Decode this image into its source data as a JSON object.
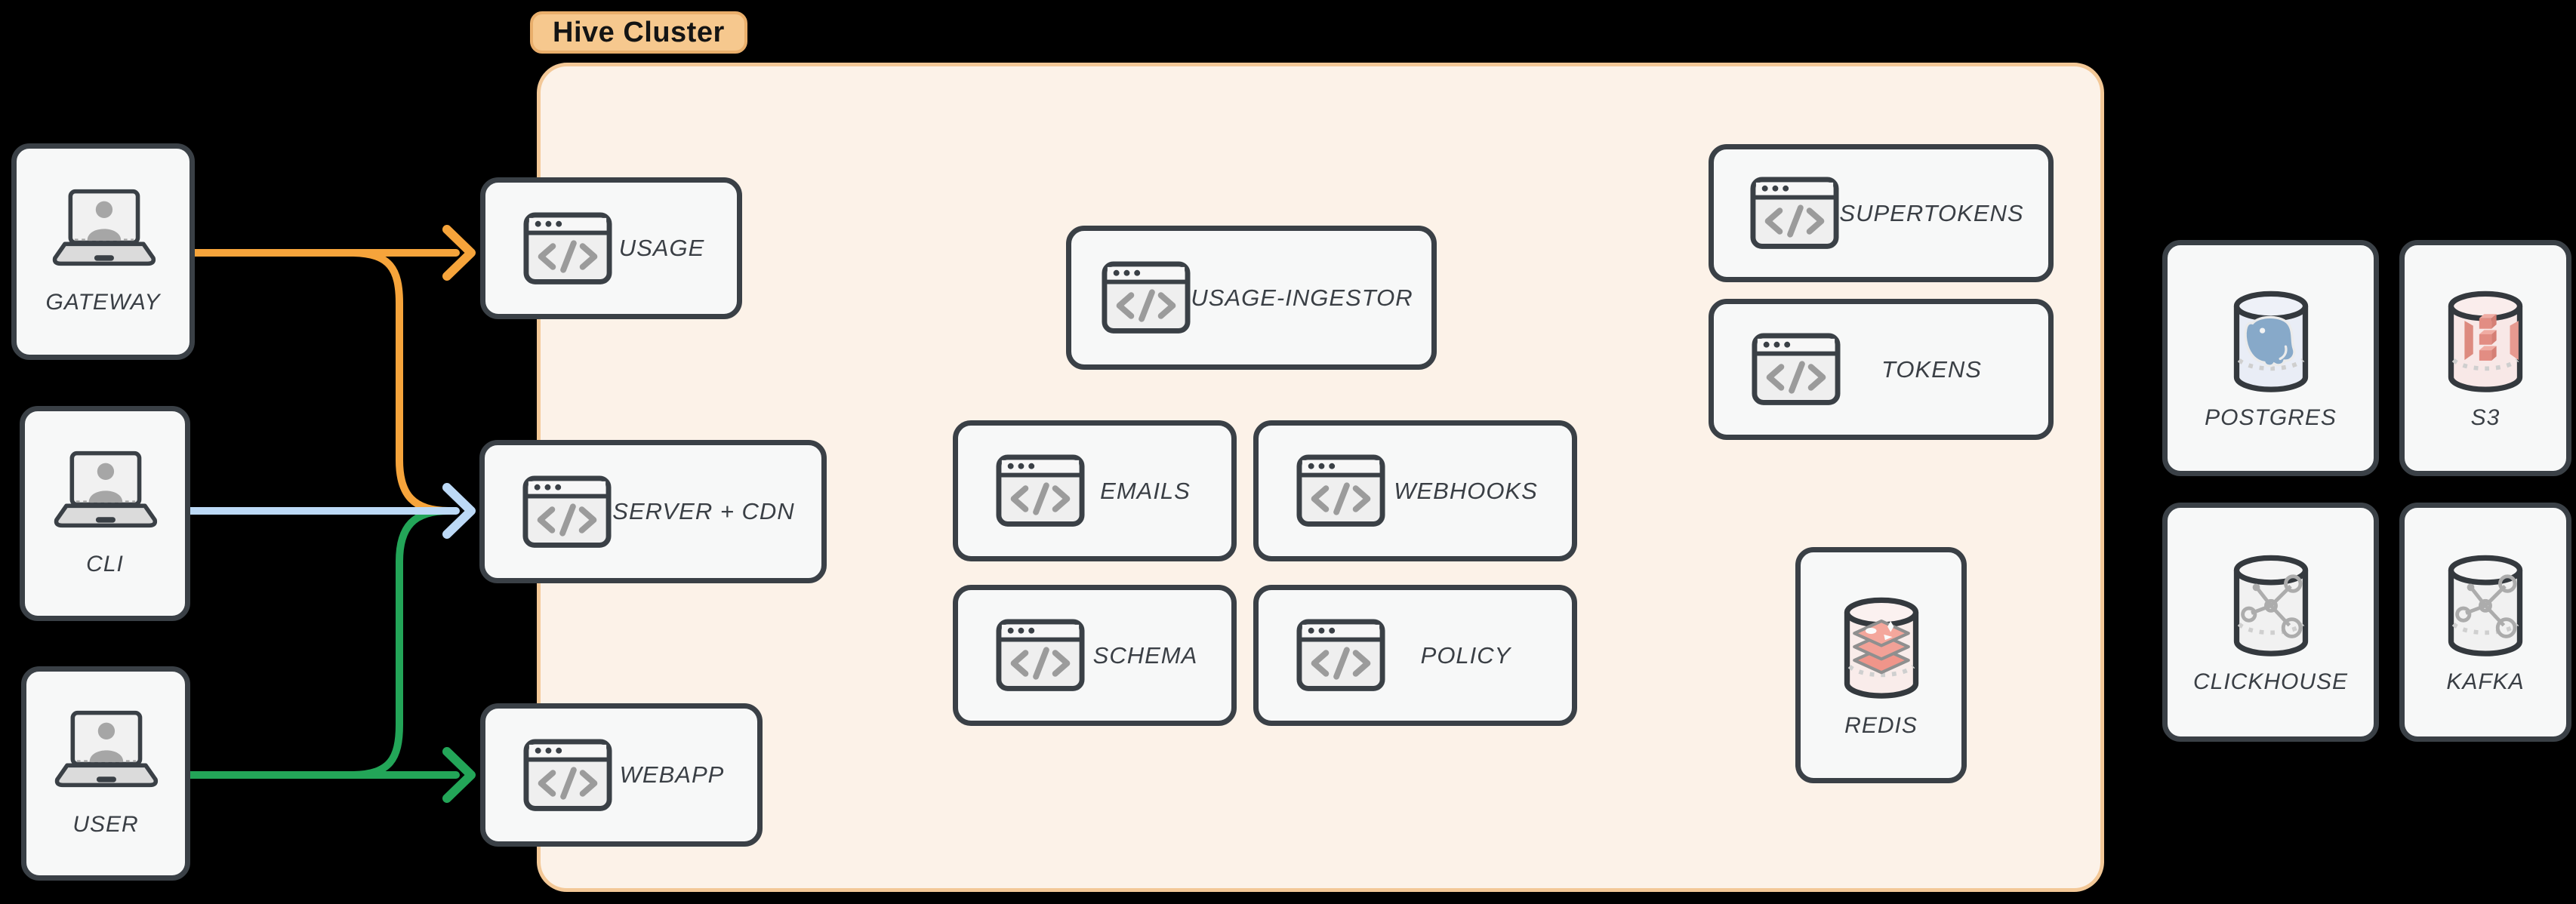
{
  "cluster": {
    "label": "Hive Cluster"
  },
  "nodes": {
    "gateway": {
      "label": "GATEWAY",
      "icon": "laptop-user-icon"
    },
    "cli": {
      "label": "CLI",
      "icon": "laptop-user-icon"
    },
    "user": {
      "label": "USER",
      "icon": "laptop-user-icon"
    },
    "usage": {
      "label": "USAGE",
      "icon": "code-window-icon"
    },
    "server_cdn": {
      "label": "SERVER + CDN",
      "icon": "code-window-icon"
    },
    "webapp": {
      "label": "WEBAPP",
      "icon": "code-window-icon"
    },
    "usage_ingestor": {
      "label": "USAGE-INGESTOR",
      "icon": "code-window-icon"
    },
    "emails": {
      "label": "EMAILS",
      "icon": "code-window-icon"
    },
    "webhooks": {
      "label": "WEBHOOKS",
      "icon": "code-window-icon"
    },
    "schema": {
      "label": "SCHEMA",
      "icon": "code-window-icon"
    },
    "policy": {
      "label": "POLICY",
      "icon": "code-window-icon"
    },
    "supertokens": {
      "label": "SUPERTOKENS",
      "icon": "code-window-icon"
    },
    "tokens": {
      "label": "TOKENS",
      "icon": "code-window-icon"
    },
    "redis": {
      "label": "REDIS",
      "icon": "database-cylinder-redis-icon"
    },
    "postgres": {
      "label": "POSTGRES",
      "icon": "database-cylinder-postgres-icon"
    },
    "s3": {
      "label": "S3",
      "icon": "database-cylinder-s3-icon"
    },
    "clickhouse": {
      "label": "CLICKHOUSE",
      "icon": "database-cylinder-molecule-icon"
    },
    "kafka": {
      "label": "KAFKA",
      "icon": "database-cylinder-molecule-icon"
    }
  },
  "edges": [
    {
      "id": "gateway_to_usage",
      "from": "GATEWAY",
      "to": "USAGE",
      "color": "#F6A43B"
    },
    {
      "id": "gateway_to_server_cdn",
      "from": "GATEWAY",
      "to": "SERVER + CDN",
      "color": "#F6A43B"
    },
    {
      "id": "cli_to_server_cdn",
      "from": "CLI",
      "to": "SERVER + CDN",
      "color": "#BCD9F6"
    },
    {
      "id": "user_to_webapp",
      "from": "USER",
      "to": "WEBAPP",
      "color": "#23A558"
    },
    {
      "id": "user_to_server_cdn",
      "from": "USER",
      "to": "SERVER + CDN",
      "color": "#23A558"
    }
  ],
  "colors": {
    "background": "#000000",
    "node_fill": "#F7F8F8",
    "node_border": "#3A4046",
    "label_text": "#3A3F45",
    "cluster_fill": "#FCF2E8",
    "cluster_border": "#F3C897",
    "pill_fill": "#F6C88E",
    "pill_border": "#E9AE6B",
    "pill_text": "#141414",
    "arrow_orange": "#F6A43B",
    "arrow_blue": "#BCD9F6",
    "arrow_green": "#23A558"
  }
}
